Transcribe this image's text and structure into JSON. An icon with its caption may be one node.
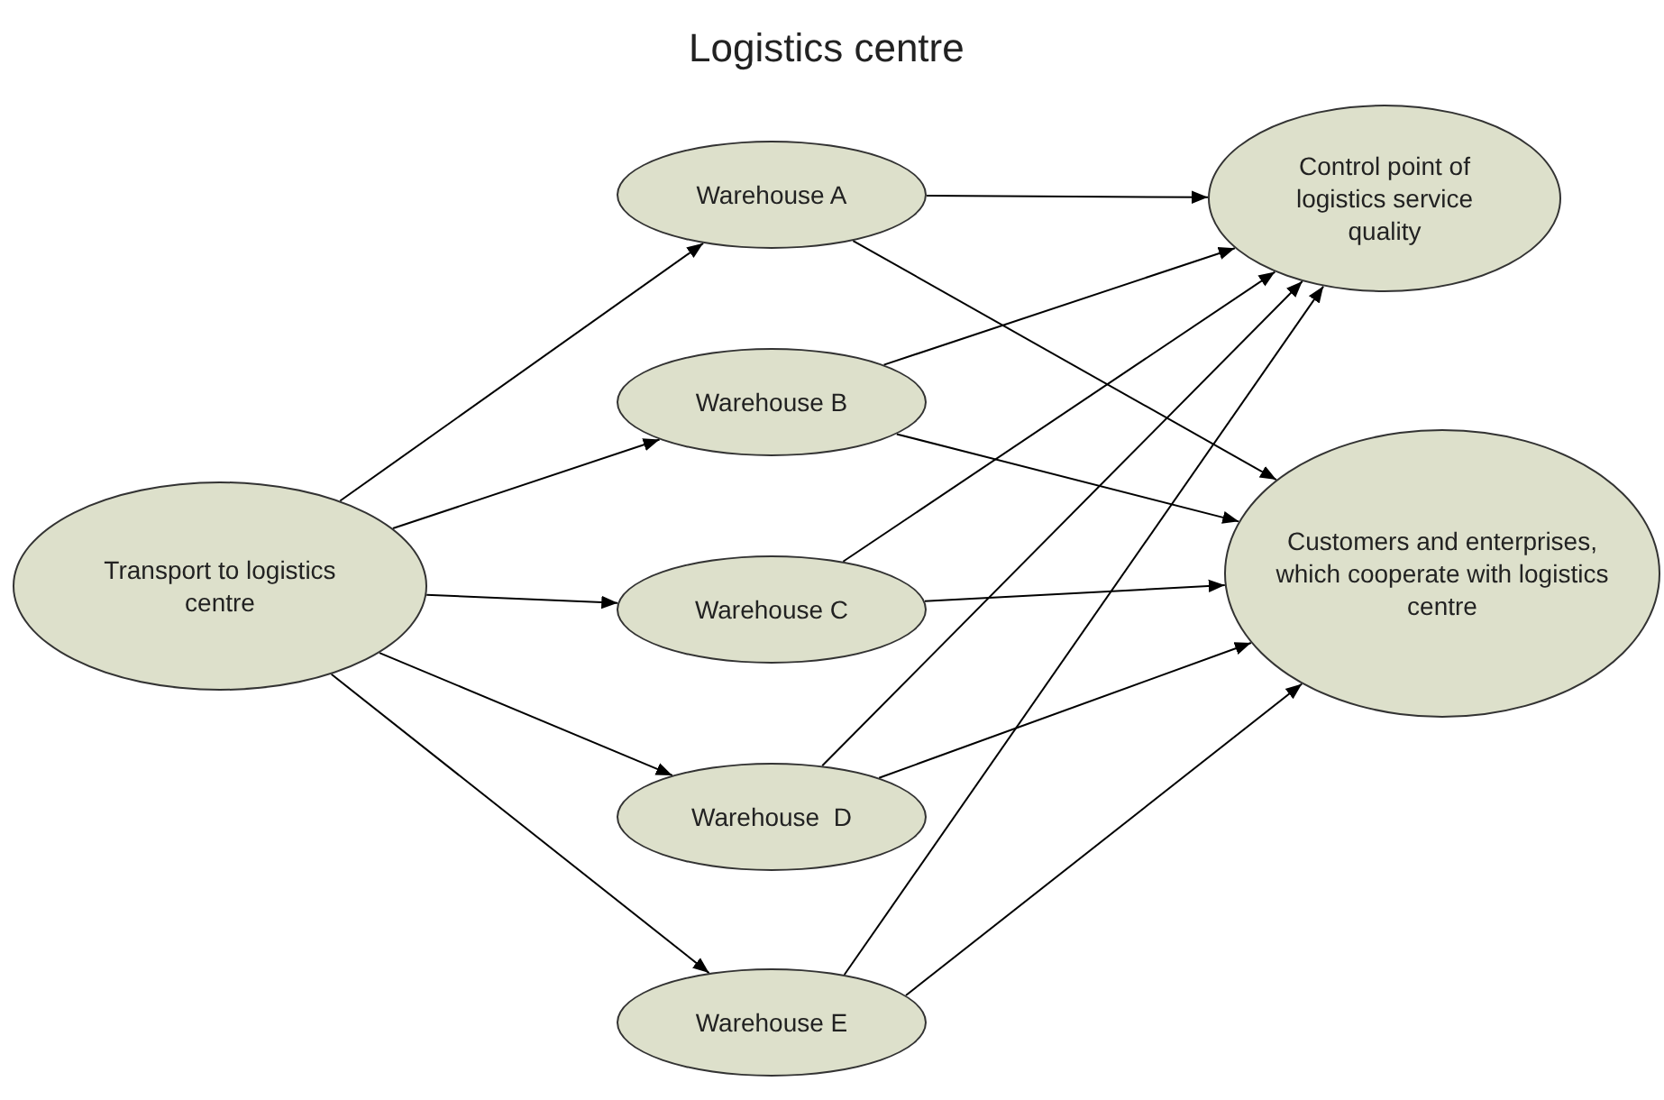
{
  "diagram": {
    "title": "Logistics centre",
    "nodes": [
      {
        "text": [
          "Transport to logistics centre"
        ]
      },
      {
        "text": [
          "Warehouse A"
        ]
      },
      {
        "text": [
          "Warehouse B"
        ]
      },
      {
        "text": [
          "Warehouse C"
        ]
      },
      {
        "text": [
          "Warehouse  D"
        ]
      },
      {
        "text": [
          "Warehouse E"
        ]
      },
      {
        "text": [
          "Control point of logistics service quality"
        ]
      },
      {
        "text": [
          "Customers and enterprises, which cooperate with logistics centre"
        ]
      }
    ],
    "edges": [
      {
        "from": 0,
        "to": 1,
        "arrow": "to"
      },
      {
        "from": 0,
        "to": 2,
        "arrow": "to"
      },
      {
        "from": 0,
        "to": 3,
        "arrow": "to"
      },
      {
        "from": 0,
        "to": 4,
        "arrow": "to"
      },
      {
        "from": 0,
        "to": 5,
        "arrow": "to"
      },
      {
        "from": 1,
        "to": 6,
        "arrow": "to"
      },
      {
        "from": 1,
        "to": 7,
        "arrow": "to"
      },
      {
        "from": 2,
        "to": 6,
        "arrow": "to"
      },
      {
        "from": 2,
        "to": 7,
        "arrow": "to"
      },
      {
        "from": 3,
        "to": 6,
        "arrow": "to"
      },
      {
        "from": 3,
        "to": 7,
        "arrow": "to"
      },
      {
        "from": 4,
        "to": 6,
        "arrow": "to"
      },
      {
        "from": 4,
        "to": 7,
        "arrow": "to"
      },
      {
        "from": 5,
        "to": 6,
        "arrow": "to"
      },
      {
        "from": 5,
        "to": 7,
        "arrow": "to"
      }
    ]
  }
}
